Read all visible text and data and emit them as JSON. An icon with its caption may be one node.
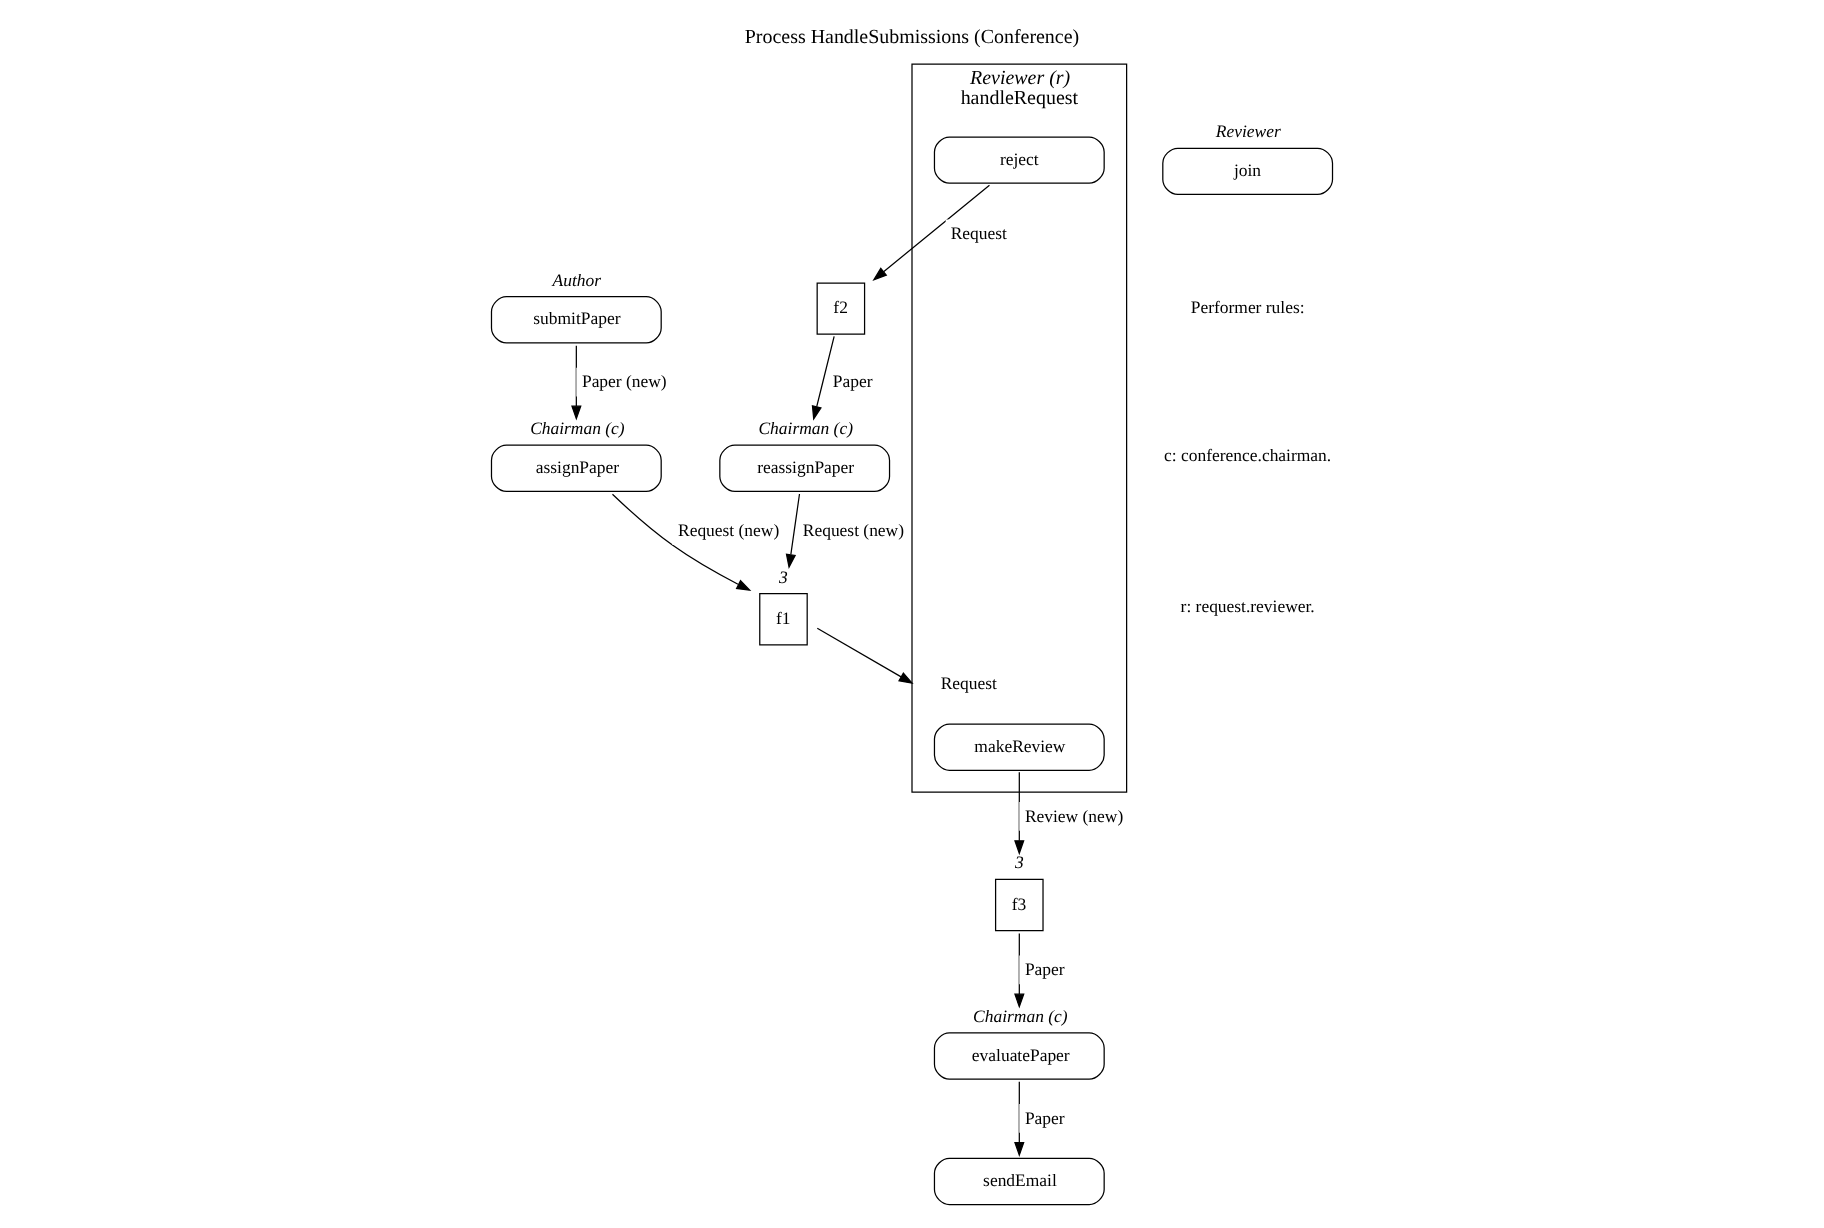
{
  "diagram": {
    "title": "Process HandleSubmissions (Conference)",
    "nodes": [
      {
        "text": [
          "submitPaper"
        ],
        "beside": [
          "Author"
        ]
      },
      {
        "text": [
          "assignPaper"
        ],
        "beside": [
          "Chairman (c)"
        ]
      },
      {
        "text": [
          "join"
        ],
        "beside": [
          "Reviewer"
        ]
      },
      {
        "text": [
          "f1"
        ],
        "beside": [
          "3"
        ]
      },
      {
        "text": [
          "reassignPaper"
        ],
        "beside": [
          "Chairman (c)"
        ]
      },
      {
        "text": [
          "f2"
        ]
      },
      {
        "text": [
          "handleRequest"
        ],
        "beside": [
          "Reviewer (r)"
        ]
      },
      {
        "text": [
          "makeReview"
        ],
        "in": 6
      },
      {
        "text": [
          "reject"
        ],
        "in": 6
      },
      {
        "text": [
          "f3"
        ],
        "beside": [
          "3"
        ]
      },
      {
        "text": [
          "evaluatePaper"
        ],
        "beside": [
          "Chairman (c)"
        ]
      },
      {
        "text": [
          "sendEmail"
        ]
      }
    ],
    "edges": [
      {
        "from": 0,
        "to": 1,
        "arrow": "to",
        "label": "Paper (new)"
      },
      {
        "from": 1,
        "to": 3,
        "arrow": "to",
        "label": "Request (new)"
      },
      {
        "from": 4,
        "to": 3,
        "arrow": "to",
        "label": "Request (new)"
      },
      {
        "from": 3,
        "to": 6,
        "arrow": "to",
        "label": "Request"
      },
      {
        "from": 8,
        "to": 5,
        "arrow": "to",
        "label": "Request"
      },
      {
        "from": 5,
        "to": 4,
        "arrow": "to",
        "label": "Paper"
      },
      {
        "from": 7,
        "to": 9,
        "arrow": "to",
        "label": "Review (new)"
      },
      {
        "from": 9,
        "to": 10,
        "arrow": "to",
        "label": "Paper"
      },
      {
        "from": 10,
        "to": 11,
        "arrow": "to",
        "label": "Paper"
      }
    ],
    "labels": [
      "Performer rules:",
      "c: conference.chairman.",
      "r: request.reviewer."
    ]
  }
}
